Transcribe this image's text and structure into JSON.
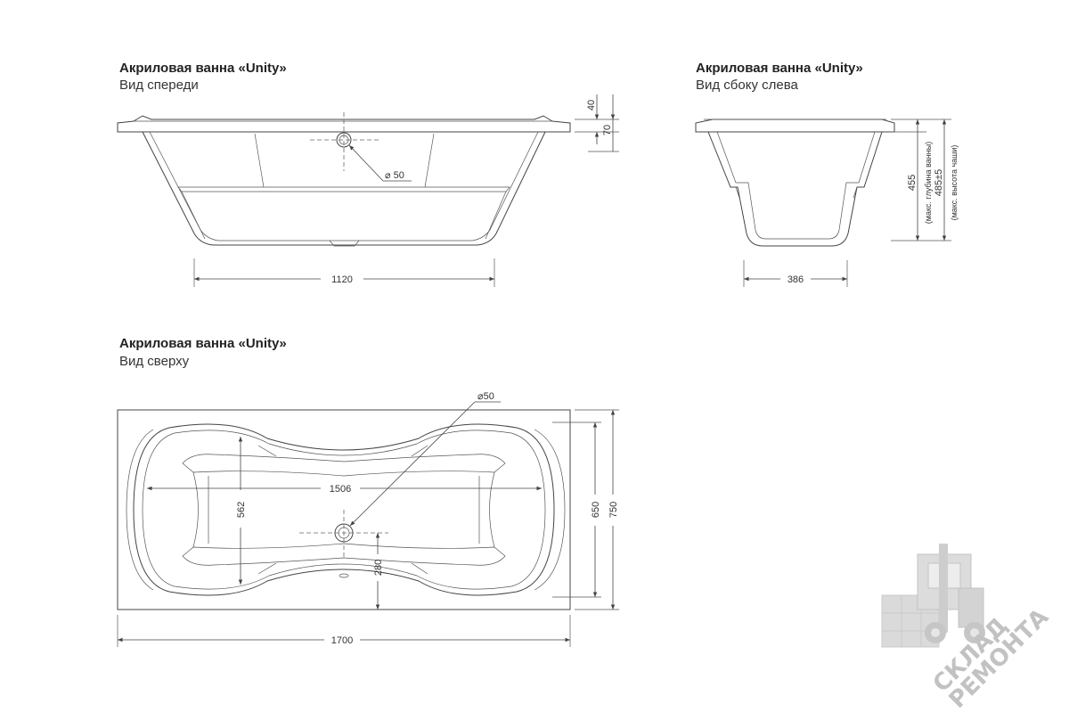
{
  "views": {
    "front": {
      "title": "Акриловая ванна «Unity»",
      "subtitle": "Вид спереди"
    },
    "side": {
      "title": "Акриловая ванна «Unity»",
      "subtitle": "Вид сбоку слева"
    },
    "top": {
      "title": "Акриловая ванна «Unity»",
      "subtitle": "Вид сверху"
    }
  },
  "dimensions": {
    "front_width": "1120",
    "front_rim": "40",
    "front_rim_total": "70",
    "front_drain": "⌀ 50",
    "side_width": "386",
    "side_depth": "455",
    "side_depth_note": "(макс. глубина ванны)",
    "side_height": "485±5",
    "side_height_note": "(макс. высота чаши)",
    "top_drain": "⌀50",
    "top_inner_length": "1506",
    "top_inner_width": "562",
    "top_drain_offset": "280",
    "top_inner_depth": "650",
    "top_total_width": "750",
    "top_total_length": "1700"
  },
  "watermark": {
    "line1": "СКЛАД",
    "line2": "РЕМОНТА"
  }
}
